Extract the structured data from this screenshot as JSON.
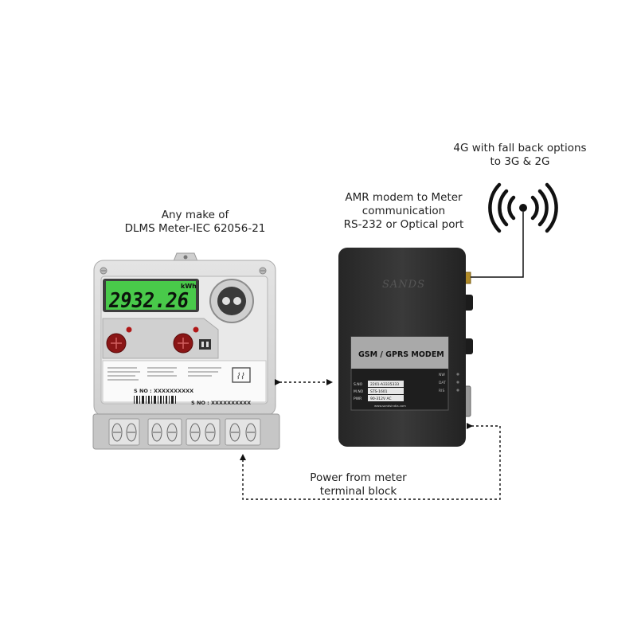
{
  "labels": {
    "network": [
      "4G with fall back options",
      "to 3G & 2G"
    ],
    "modem_comm": [
      "AMR modem to Meter",
      "communication",
      "RS-232 or Optical port"
    ],
    "meter_type": [
      "Any make of",
      "DLMS Meter-IEC 62056-21"
    ],
    "power": [
      "Power from meter",
      "terminal block"
    ]
  },
  "meter": {
    "display_reading": "2932.26",
    "display_unit": "kWh",
    "serial_1": "S NO : XXXXXXXXXX",
    "serial_2": "S NO : XXXXXXXXXX"
  },
  "modem": {
    "brand": "SANDS",
    "label_title": "GSM / GPRS MODEM",
    "rows": [
      {
        "key": "S.NO",
        "value": "2201-A3335333"
      },
      {
        "key": "M.NO",
        "value": "STS-1601"
      },
      {
        "key": "PWR",
        "value": "90-312V AC"
      }
    ],
    "website": "www.sandsindia.com",
    "leds": [
      "NW",
      "DAT",
      "RIS"
    ]
  },
  "colors": {
    "meter_body": "#d9d9d9",
    "lcd_green": "#49c94a",
    "modem_body": "#2b2b2b",
    "led_red": "#b01818"
  }
}
